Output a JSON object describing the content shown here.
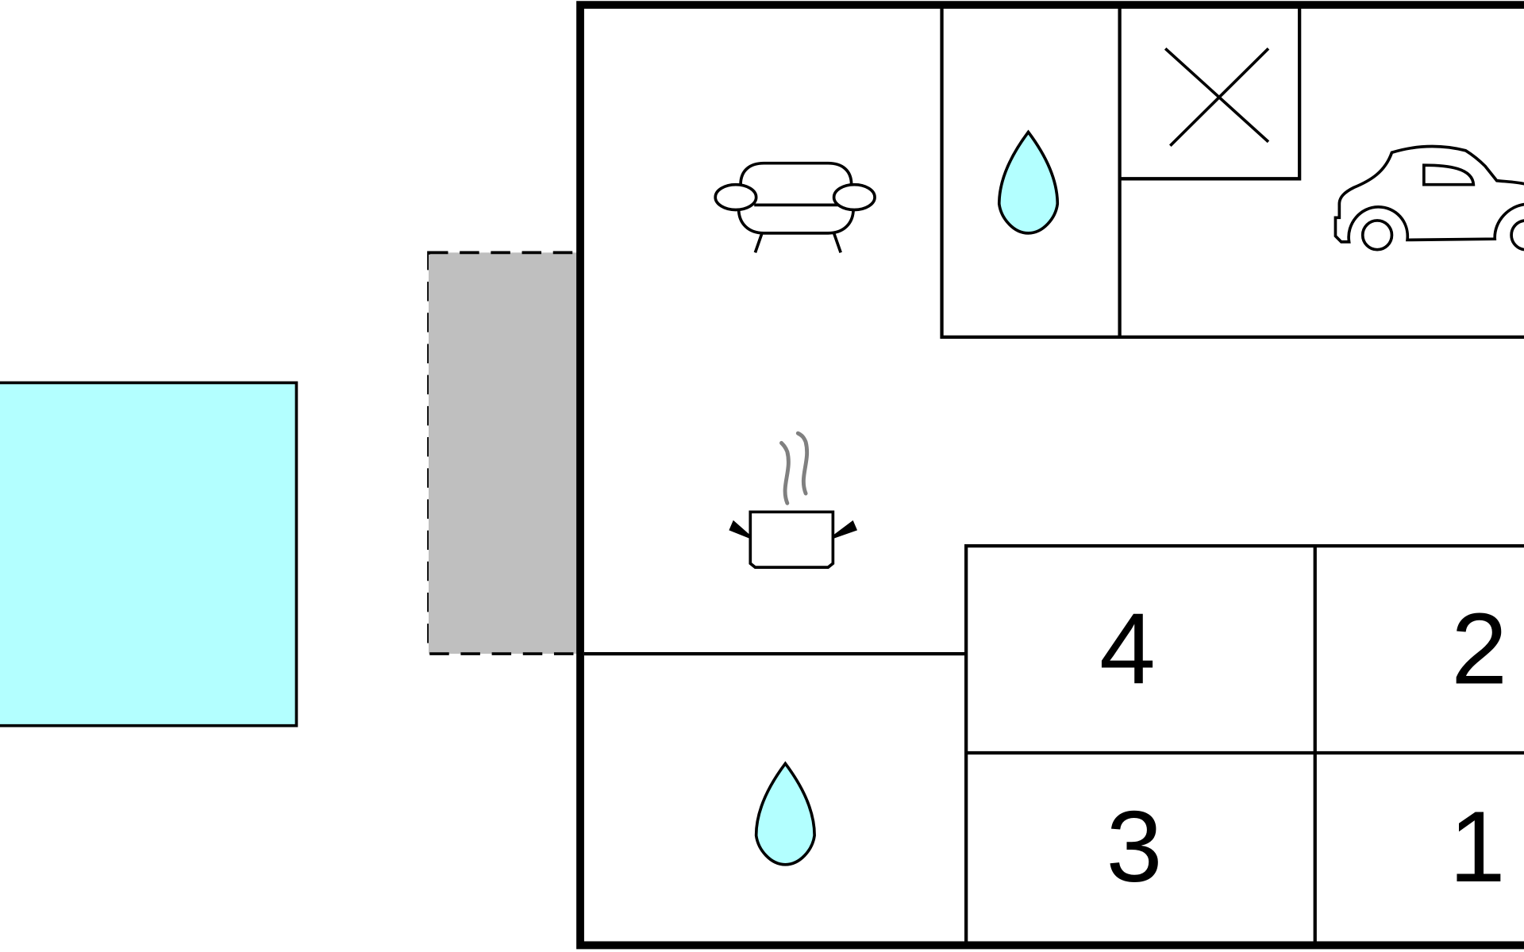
{
  "title": "Floor plan",
  "colors": {
    "pool": "#b3ffff",
    "terrace": "#bfbfbf",
    "water": "#b3ffff",
    "line": "#000000",
    "steam": "#808080"
  },
  "rooms": {
    "bedroom_4": {
      "label": "4"
    },
    "bedroom_2": {
      "label": "2"
    },
    "bedroom_3": {
      "label": "3"
    },
    "bedroom_1": {
      "label": "1"
    }
  },
  "icons": [
    "sofa-icon",
    "water-drop-icon",
    "cross-icon",
    "car-icon",
    "cooking-pot-icon",
    "water-drop-icon"
  ]
}
